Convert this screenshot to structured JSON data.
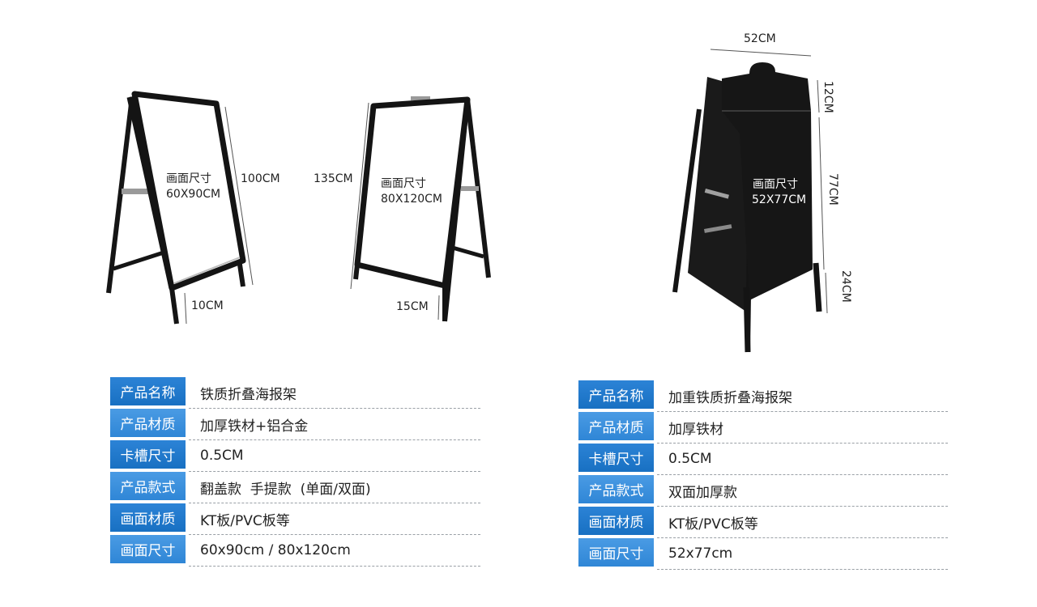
{
  "stand_left": {
    "area_label": "画面尺寸",
    "area_size": "60X90CM",
    "height": "100CM",
    "foot": "10CM"
  },
  "stand_middle": {
    "area_label": "画面尺寸",
    "area_size": "80X120CM",
    "height": "135CM",
    "foot": "15CM"
  },
  "stand_right": {
    "area_label": "画面尺寸",
    "area_size": "52X77CM",
    "width": "52CM",
    "top": "12CM",
    "board": "77CM",
    "foot": "24CM"
  },
  "spec_left": {
    "rows": [
      {
        "key": "产品名称",
        "value": "铁质折叠海报架"
      },
      {
        "key": "产品材质",
        "value": "加厚铁材+铝合金"
      },
      {
        "key": "卡槽尺寸",
        "value": "0.5CM"
      },
      {
        "key": "产品款式",
        "value": "翻盖款  手提款  (单面/双面)"
      },
      {
        "key": "画面材质",
        "value": "KT板/PVC板等"
      },
      {
        "key": "画面尺寸",
        "value": "60x90cm / 80x120cm"
      }
    ]
  },
  "spec_right": {
    "rows": [
      {
        "key": "产品名称",
        "value": "加重铁质折叠海报架"
      },
      {
        "key": "产品材质",
        "value": "加厚铁材"
      },
      {
        "key": "卡槽尺寸",
        "value": "0.5CM"
      },
      {
        "key": "产品款式",
        "value": "双面加厚款"
      },
      {
        "key": "画面材质",
        "value": "KT板/PVC板等"
      },
      {
        "key": "画面尺寸",
        "value": "52x77cm"
      }
    ]
  },
  "colors": {
    "frame": "#141414",
    "key_bg": "#2279cc",
    "key_text": "#ffffff"
  }
}
